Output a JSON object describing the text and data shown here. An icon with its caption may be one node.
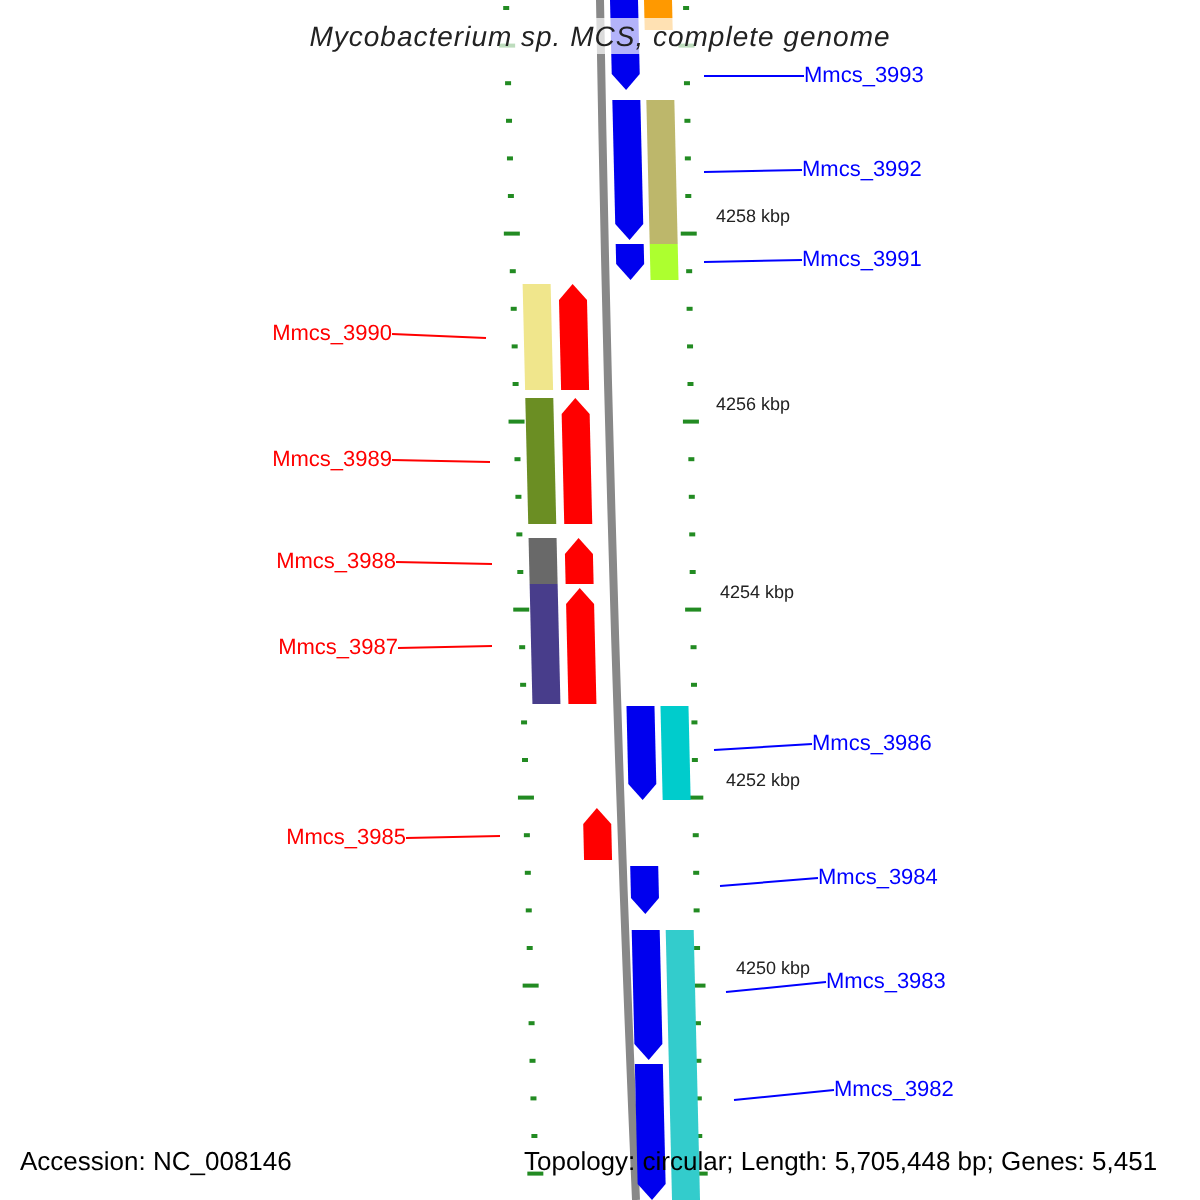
{
  "diagram": {
    "title": "Mycobacterium sp. MCS, complete genome",
    "nodes": [
      {
        "text": [
          "Mmcs_3993"
        ]
      },
      {
        "text": [
          "Mmcs_3992"
        ]
      },
      {
        "text": [
          "Mmcs_3991"
        ]
      },
      {
        "text": [
          "Mmcs_3990"
        ]
      },
      {
        "text": [
          "Mmcs_3989"
        ]
      },
      {
        "text": [
          "Mmcs_3988"
        ]
      },
      {
        "text": [
          "Mmcs_3987"
        ]
      },
      {
        "text": [
          "Mmcs_3986"
        ]
      },
      {
        "text": [
          "Mmcs_3985"
        ]
      },
      {
        "text": [
          "Mmcs_3984"
        ]
      },
      {
        "text": [
          "Mmcs_3983"
        ]
      },
      {
        "text": [
          "Mmcs_3982"
        ]
      }
    ],
    "edges": [
      {
        "from": 0,
        "to": null,
        "arrow": "none"
      },
      {
        "from": 1,
        "to": null,
        "arrow": "none"
      },
      {
        "from": 2,
        "to": null,
        "arrow": "none"
      },
      {
        "from": 3,
        "to": null,
        "arrow": "none",
        "color": "#ff0000"
      },
      {
        "from": 4,
        "to": null,
        "arrow": "none",
        "color": "#ff0000"
      },
      {
        "from": 5,
        "to": null,
        "arrow": "none",
        "color": "#ff0000"
      },
      {
        "from": 6,
        "to": null,
        "arrow": "none",
        "color": "#ff0000"
      },
      {
        "from": 7,
        "to": null,
        "arrow": "none"
      },
      {
        "from": 8,
        "to": null,
        "arrow": "none",
        "color": "#ff0000"
      },
      {
        "from": 9,
        "to": null,
        "arrow": "none"
      },
      {
        "from": 10,
        "to": null,
        "arrow": "none"
      },
      {
        "from": 11,
        "to": null,
        "arrow": "none"
      }
    ],
    "labels": [
      "4258 kbp",
      "4256 kbp",
      "4254 kbp",
      "4252 kbp",
      "4250 kbp",
      "Accession: NC_008146",
      "Topology: circular; Length: 5,705,448 bp; Genes: 5,451"
    ]
  }
}
